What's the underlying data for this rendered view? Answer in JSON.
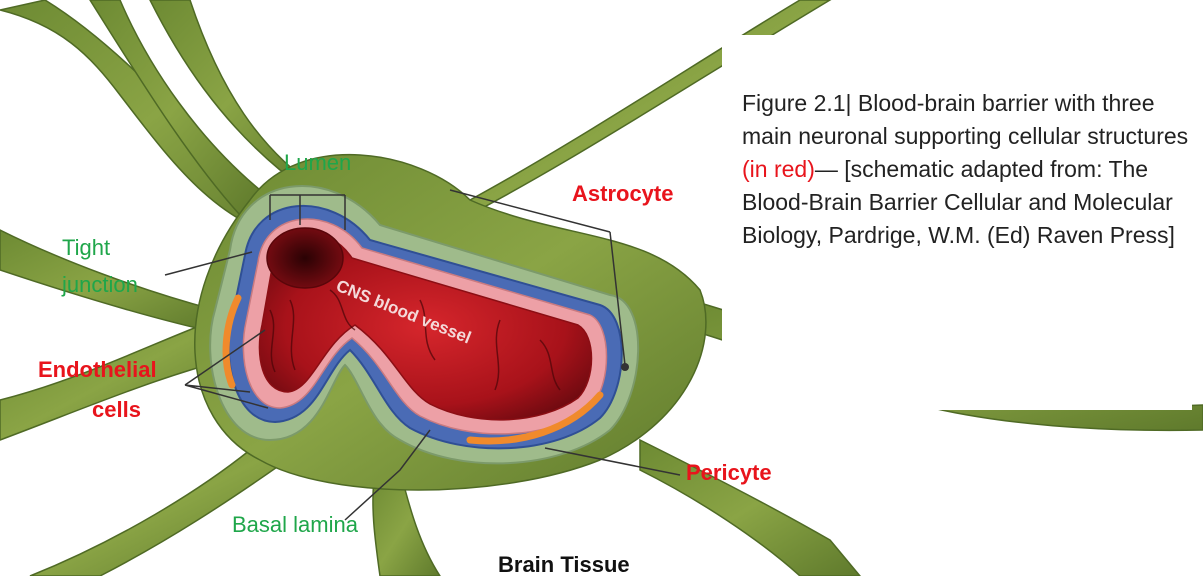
{
  "labels": {
    "lumen": "Lumen",
    "tight_junction_line1": "Tight",
    "tight_junction_line2": "junction",
    "endothelial_line1": "Endothelial",
    "endothelial_line2": "cells",
    "astrocyte": "Astrocyte",
    "pericyte": "Pericyte",
    "basal_lamina": "Basal lamina",
    "brain_tissue": "Brain Tissue",
    "vessel": "CNS blood vessel"
  },
  "caption": {
    "part1": "Figure 2.1| Blood-brain barrier with three main neuronal supporting cellular structures ",
    "highlight": "(in red)",
    "part2": "— [schematic adapted from: The Blood-Brain Barrier Cellular and Molecular Biology, Pardrige, W.M. (Ed) Raven Press]"
  },
  "colors": {
    "astrocyte_green": "#7f9a3c",
    "basal_lamina_green": "#9fbb8b",
    "basal_lamina_blue": "#4a6bb5",
    "endothelial_pink": "#eda0a6",
    "lumen_red": "#b3141c",
    "pericyte_orange": "#f08a2c",
    "label_green": "#1fa64a",
    "label_red": "#e8141c"
  }
}
